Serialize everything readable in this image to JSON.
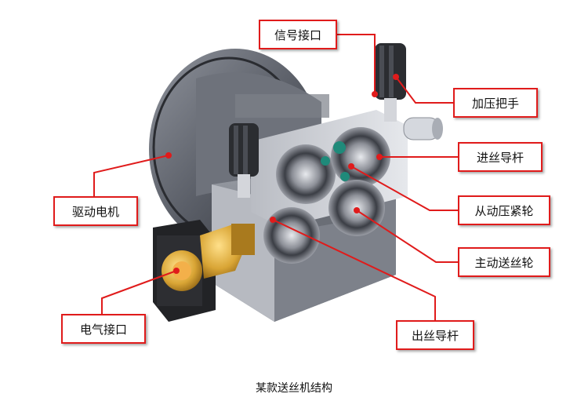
{
  "labels": {
    "signal_port": "信号接口",
    "pressure_handle": "加压把手",
    "feed_guide_rod": "进丝导杆",
    "driven_press_wheel": "从动压紧轮",
    "drive_feed_wheel": "主动送丝轮",
    "outlet_guide_rod": "出丝导杆",
    "drive_motor": "驱动电机",
    "electrical_port": "电气接口"
  },
  "caption": "某款送丝机结构",
  "colors": {
    "callout": "#e01b1b",
    "metal_dark": "#4a4d55",
    "metal_light": "#c9ccd3",
    "brass": "#c99a2e"
  }
}
